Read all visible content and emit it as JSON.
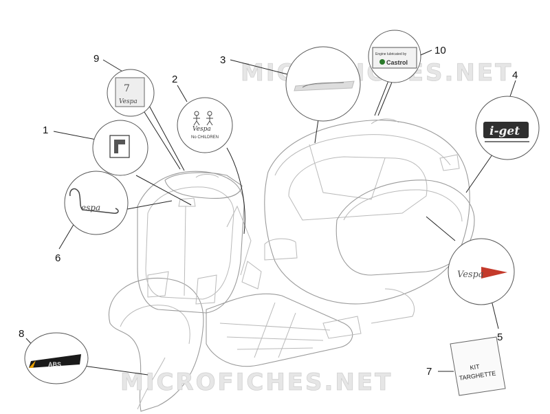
{
  "watermark": {
    "text": "MICROFICHES.NET"
  },
  "callouts": [
    {
      "number": "1"
    },
    {
      "number": "2"
    },
    {
      "number": "3"
    },
    {
      "number": "4"
    },
    {
      "number": "5"
    },
    {
      "number": "6"
    },
    {
      "number": "7"
    },
    {
      "number": "8"
    },
    {
      "number": "9"
    },
    {
      "number": "10"
    }
  ],
  "decals": {
    "castrol": {
      "line1": "Engine lubricated by",
      "brand": "Castrol"
    },
    "iget": {
      "logo": "i-get"
    },
    "kit": {
      "line1": "KIT",
      "line2": "TARGHETTE"
    },
    "abs": {
      "text": "ABS"
    },
    "children_sticker": {
      "text": "No CHILDREN"
    }
  },
  "colors": {
    "outline": "#b9b9b9",
    "callout_line": "#222222",
    "watermark": "#e6e6e6"
  }
}
